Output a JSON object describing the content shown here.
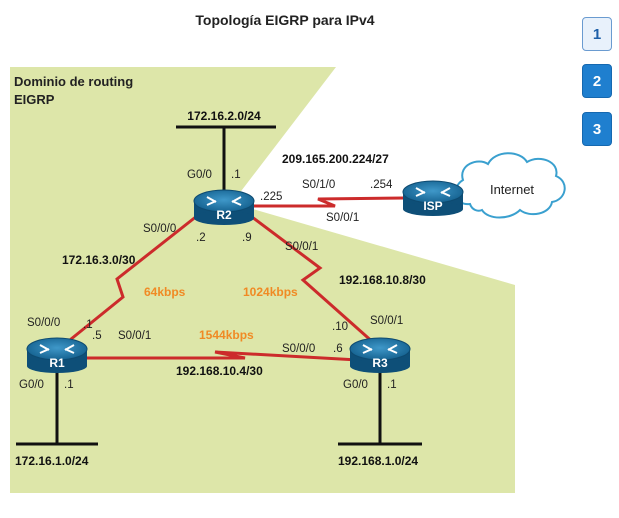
{
  "title": "Topología EIGRP para IPv4",
  "domain_label": [
    "Dominio de routing",
    "EIGRP"
  ],
  "nav_buttons": [
    "1",
    "2",
    "3"
  ],
  "colors": {
    "domain_fill": "#dde6a9",
    "serial_link": "#cc2b2b",
    "bandwidth_text": "#f08a24",
    "router_body": "#1a6fa3",
    "cloud_stroke": "#3aa0cf"
  },
  "routers": [
    {
      "name": "R1"
    },
    {
      "name": "R2"
    },
    {
      "name": "R3"
    },
    {
      "name": "ISP"
    }
  ],
  "cloud_label": "Internet",
  "networks": {
    "r2_lan": "172.16.2.0/24",
    "r1_lan": "172.16.1.0/24",
    "r3_lan": "192.168.1.0/24",
    "isp_link": "209.165.200.224/27",
    "r1_r2": "172.16.3.0/30",
    "r2_r3": "192.168.10.8/30",
    "r1_r3": "192.168.10.4/30"
  },
  "bandwidths": {
    "r1_r2": "64kbps",
    "r2_r3": "1024kbps",
    "r1_r3": "1544kbps"
  },
  "interfaces": {
    "r2_g00": "G0/0",
    "r2_g00_ip": ".1",
    "r2_s000": "S0/0/0",
    "r2_s000_ip": ".2",
    "r2_s001": "S0/0/1",
    "r2_s001_ip": ".9",
    "r2_s010_ip": ".225",
    "isp_s010": "S0/1/0",
    "isp_s001": "S0/0/1",
    "isp_ip": ".254",
    "r1_s000": "S0/0/0",
    "r1_s000_ip": ".1",
    "r1_s001": "S0/0/1",
    "r1_s001_ip": ".5",
    "r1_g00": "G0/0",
    "r1_g00_ip": ".1",
    "r3_s001": "S0/0/1",
    "r3_s001_ip": ".10",
    "r3_s000": "S0/0/0",
    "r3_s000_ip": ".6",
    "r3_g00": "G0/0",
    "r3_g00_ip": ".1"
  }
}
